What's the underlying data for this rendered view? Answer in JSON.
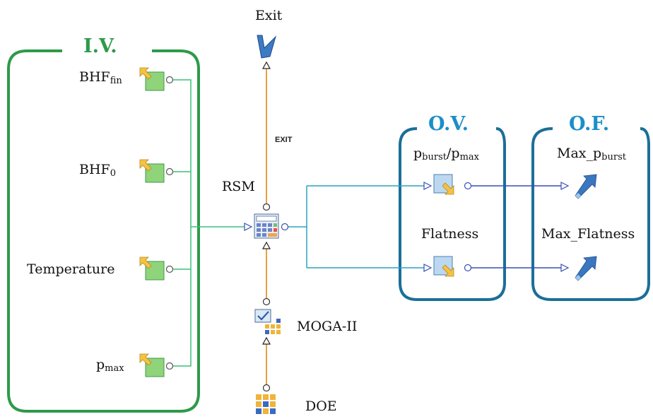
{
  "groups": {
    "iv": {
      "title": "I.V.",
      "color": "#2e9a4a"
    },
    "ov": {
      "title": "O.V.",
      "color": "#1b7fb0"
    },
    "of": {
      "title": "O.F.",
      "color": "#1b7fb0"
    }
  },
  "inputs": {
    "bhf_fin": {
      "base": "BHF",
      "sub": "fin"
    },
    "bhf_0": {
      "base": "BHF",
      "sub": "0"
    },
    "temperature": {
      "label": "Temperature"
    },
    "p_max": {
      "base": "p",
      "sub": "max"
    }
  },
  "outputs": {
    "ratio": {
      "base1": "p",
      "sub1": "burst",
      "slash": "/",
      "base2": "p",
      "sub2": "max"
    },
    "flatness": {
      "label": "Flatness"
    }
  },
  "objectives": {
    "max_pburst": {
      "base": "Max_p",
      "sub": "burst"
    },
    "max_flatness": {
      "label": "Max_Flatness"
    }
  },
  "flow": {
    "exit": "Exit",
    "exit_small": "EXIT",
    "rsm": "RSM",
    "moga": "MOGA-II",
    "doe": "DOE"
  },
  "colors": {
    "green_line": "#3cc07a",
    "teal_line": "#28a3c0",
    "blue_line": "#3a4fb8",
    "orange_line": "#e8a040"
  }
}
